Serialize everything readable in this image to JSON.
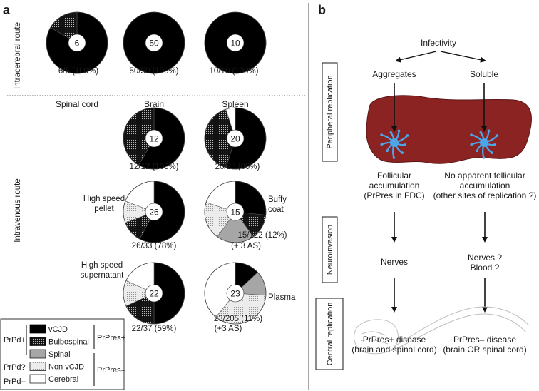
{
  "panel_a": {
    "label": "a",
    "routes": {
      "intracerebral": "Intracerebral route",
      "intravenous": "Intravenous route"
    },
    "columns": [
      "Spinal cord",
      "Brain",
      "Spleen"
    ],
    "pies": [
      {
        "id": "ic1",
        "center": "6",
        "caption": "6/6 (100%)",
        "segments": [
          {
            "cat": "vCJD",
            "value": 5
          },
          {
            "cat": "Bulbospinal",
            "value": 1
          }
        ]
      },
      {
        "id": "ic2",
        "center": "50",
        "caption": "50/50 (100%)",
        "segments": [
          {
            "cat": "vCJD",
            "value": 50
          }
        ]
      },
      {
        "id": "ic3",
        "center": "10",
        "caption": "10/10 (100%)",
        "segments": [
          {
            "cat": "vCJD",
            "value": 10
          }
        ]
      },
      {
        "id": "iv1",
        "center": "12",
        "caption": "12/12 (100%)",
        "segments": [
          {
            "cat": "vCJD",
            "value": 7
          },
          {
            "cat": "Bulbospinal",
            "value": 5
          }
        ]
      },
      {
        "id": "iv2",
        "center": "20",
        "caption": "20/25 (80%)",
        "segments": [
          {
            "cat": "vCJD",
            "value": 11
          },
          {
            "cat": "Bulbospinal",
            "value": 8
          },
          {
            "cat": "Cerebral",
            "value": 1
          }
        ]
      },
      {
        "id": "pellet",
        "center": "26",
        "caption": "26/33 (78%)",
        "title": [
          "High speed",
          "pellet"
        ],
        "segments": [
          {
            "cat": "vCJD",
            "value": 15
          },
          {
            "cat": "Bulbospinal",
            "value": 3
          },
          {
            "cat": "Non vCJD",
            "value": 3
          },
          {
            "cat": "Cerebral",
            "value": 5
          }
        ]
      },
      {
        "id": "buffy",
        "center": "15",
        "caption": "15/122 (12%)",
        "caption2": "(+ 3 AS)",
        "title": [
          "Buffy",
          "coat"
        ],
        "segments": [
          {
            "cat": "vCJD",
            "value": 4
          },
          {
            "cat": "Bulbospinal",
            "value": 2
          },
          {
            "cat": "Spinal",
            "value": 3
          },
          {
            "cat": "Non vCJD",
            "value": 3
          },
          {
            "cat": "Cerebral",
            "value": 3
          }
        ]
      },
      {
        "id": "super",
        "center": "22",
        "caption": "22/37 (59%)",
        "title": [
          "High speed",
          "supernatant"
        ],
        "segments": [
          {
            "cat": "vCJD",
            "value": 11
          },
          {
            "cat": "Bulbospinal",
            "value": 4
          },
          {
            "cat": "Non vCJD",
            "value": 3
          },
          {
            "cat": "Cerebral",
            "value": 4
          }
        ]
      },
      {
        "id": "plasma",
        "center": "23",
        "caption": "23/205 (11%)",
        "caption2": "(+3 AS)",
        "title": [
          "Plasma"
        ],
        "segments": [
          {
            "cat": "vCJD",
            "value": 3
          },
          {
            "cat": "Spinal",
            "value": 3
          },
          {
            "cat": "Non vCJD",
            "value": 8
          },
          {
            "cat": "Cerebral",
            "value": 9
          }
        ]
      }
    ],
    "legend": {
      "items": [
        {
          "cat": "vCJD",
          "label": "vCJD"
        },
        {
          "cat": "Bulbospinal",
          "label": "Bulbospinal"
        },
        {
          "cat": "Spinal",
          "label": "Spinal"
        },
        {
          "cat": "Non vCJD",
          "label": "Non vCJD"
        },
        {
          "cat": "Cerebral",
          "label": "Cerebral"
        }
      ],
      "prpd_plus": "PrPd+",
      "prpd_q": "PrPd?",
      "prpd_minus": "PrPd–",
      "prpres_plus": "PrPres+",
      "prpres_minus": "PrPres–"
    },
    "colors": {
      "vCJD": "#000000",
      "Bulbospinal": "#1e1e1e",
      "Spinal": "#a6a6a6",
      "Non vCJD": "#dedede",
      "Cerebral": "#ffffff"
    }
  },
  "panel_b": {
    "label": "b",
    "infectivity": "Infectivity",
    "aggregates": "Aggregates",
    "soluble": "Soluble",
    "stages": [
      "Peripheral replication",
      "Neuroinvasion",
      "Central replication"
    ],
    "left_follicular": [
      "Follicular",
      "accumulation",
      "(PrPres in FDC)"
    ],
    "right_follicular": [
      "No apparent follicular",
      "accumulation",
      "(other sites of replication ?)"
    ],
    "left_nerves": "Nerves",
    "right_nerves": [
      "Nerves ?",
      "Blood ?"
    ],
    "left_disease": [
      "PrPres+ disease",
      "(brain and spinal cord)"
    ],
    "right_disease": [
      "PrPres– disease",
      "(brain OR spinal cord)"
    ],
    "colors": {
      "spleen": "#8b2323",
      "cell": "#4da6e8"
    }
  }
}
